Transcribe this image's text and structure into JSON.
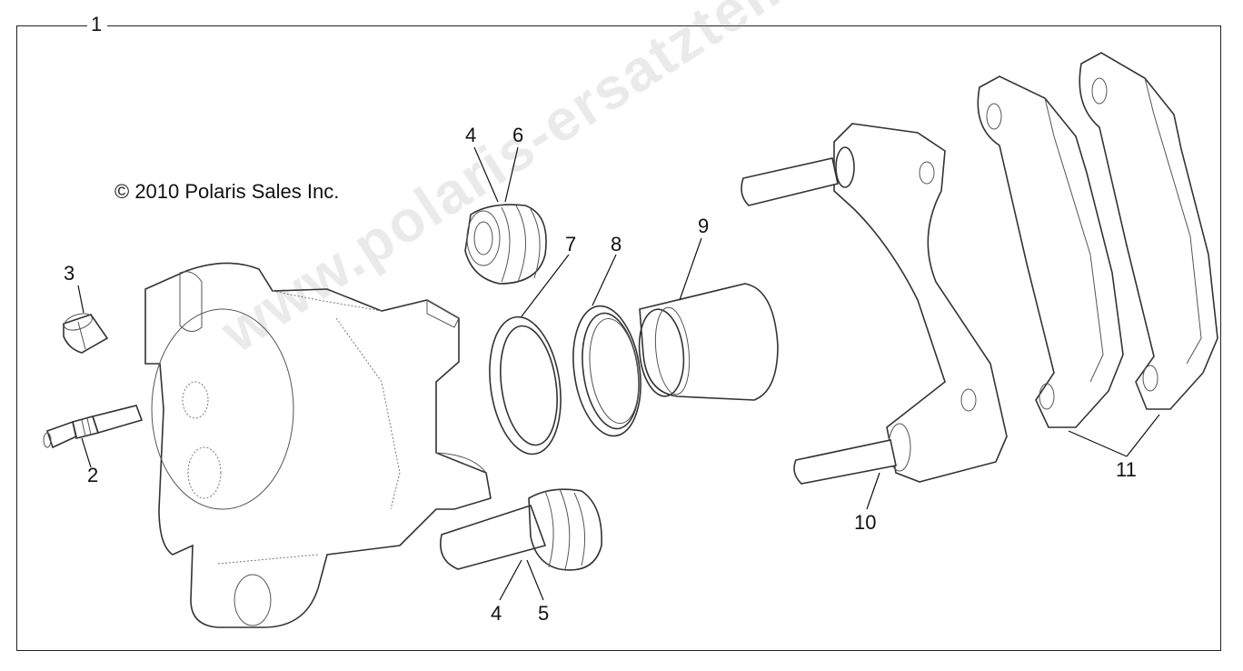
{
  "diagram": {
    "copyright": "© 2010 Polaris Sales Inc.",
    "watermark": "www.polaris-ersatzteile.de",
    "callouts": [
      "1",
      "2",
      "3",
      "4",
      "6",
      "7",
      "8",
      "9",
      "10",
      "11",
      "4",
      "5"
    ]
  },
  "parts": {
    "caliper_body": "caliper-body",
    "bleeder": "bleeder-screw",
    "cap": "bleeder-cap",
    "boot_top": "slide-pin-boot",
    "seal_7": "piston-seal",
    "seal_8": "dust-seal",
    "piston": "piston",
    "bracket": "caliper-bracket",
    "pads": "brake-pads",
    "pin_bottom": "slide-pin"
  }
}
